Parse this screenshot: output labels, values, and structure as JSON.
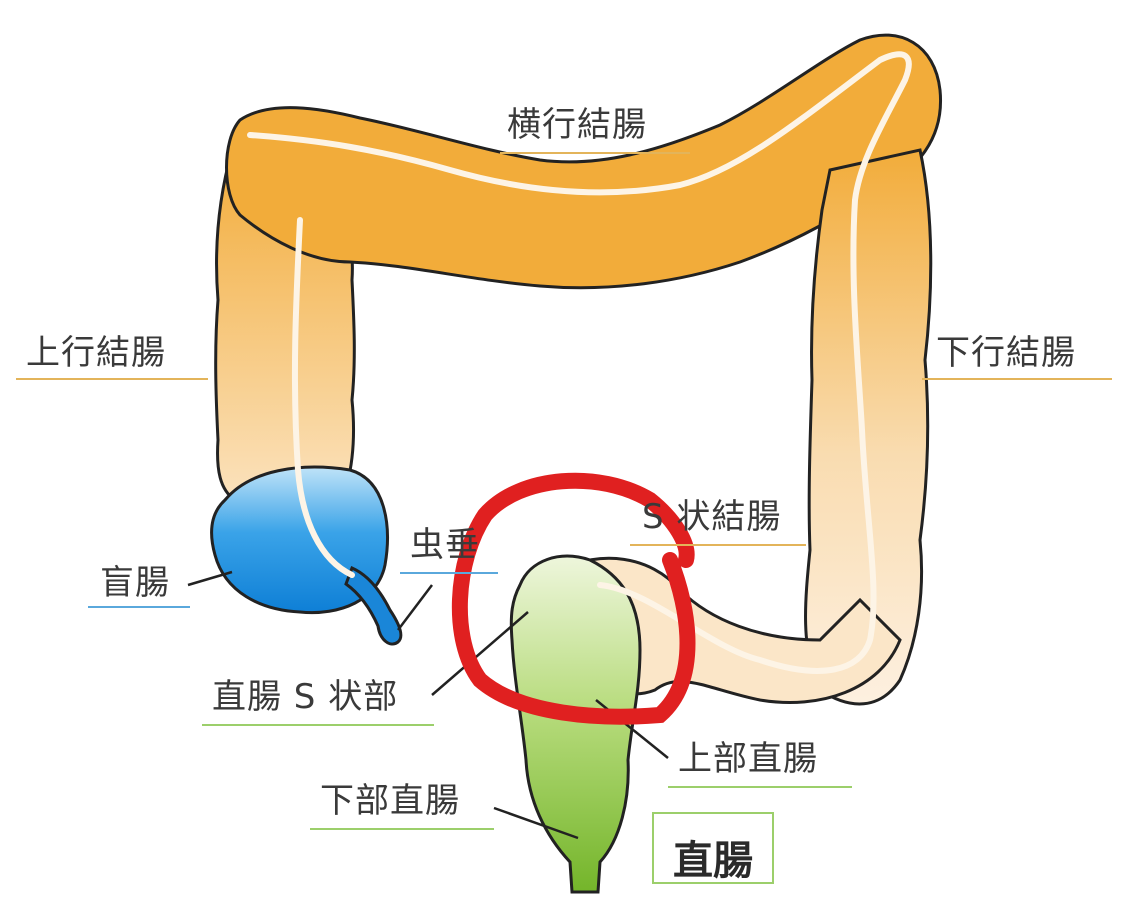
{
  "labels": {
    "transverse_colon": "横行結腸",
    "ascending_colon": "上行結腸",
    "descending_colon": "下行結腸",
    "sigmoid_colon": "S 状結腸",
    "cecum": "盲腸",
    "appendix": "虫垂",
    "rectosigmoid": "直腸 S 状部",
    "upper_rectum": "上部直腸",
    "lower_rectum": "下部直腸",
    "rectum": "直腸"
  },
  "colors": {
    "colon_orange": "#f2ac3a",
    "colon_light": "#fbe7c8",
    "cecum_blue": "#1e8ee0",
    "rectum_green": "#86c23a",
    "underline_orange": "#e3b45a",
    "underline_blue": "#5aa8dc",
    "underline_green": "#9ccf6b",
    "highlight_red": "#e02020"
  }
}
